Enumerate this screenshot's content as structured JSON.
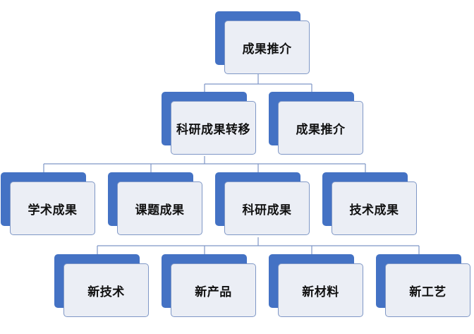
{
  "diagram": {
    "root": {
      "label": "成果推介"
    },
    "level2": [
      {
        "label": "科研成果转移"
      },
      {
        "label": "成果推介"
      }
    ],
    "level3": [
      {
        "label": "学术成果"
      },
      {
        "label": "课题成果"
      },
      {
        "label": "科研成果"
      },
      {
        "label": "技术成果"
      }
    ],
    "level4": [
      {
        "label": "新技术"
      },
      {
        "label": "新产品"
      },
      {
        "label": "新材料"
      },
      {
        "label": "新工艺"
      }
    ]
  },
  "colors": {
    "accent": "#4472c4",
    "card": "#ebeef5",
    "border": "#7f97c6",
    "text": "#111111"
  }
}
